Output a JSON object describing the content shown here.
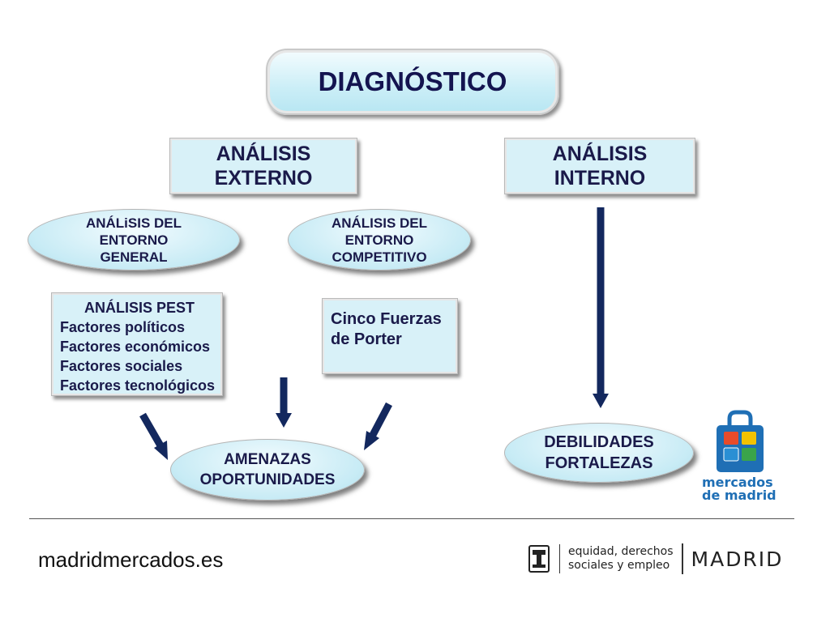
{
  "diagram": {
    "title": "DIAGNÓSTICO",
    "externo": [
      "ANÁLISIS",
      "EXTERNO"
    ],
    "interno": [
      "ANÁLISIS",
      "INTERNO"
    ],
    "entorno_general": [
      "ANÁLiSIS  DEL",
      "ENTORNO",
      "GENERAL"
    ],
    "entorno_competitivo": [
      "ANÁLISIS DEL",
      "ENTORNO",
      "COMPETITIVO"
    ],
    "pest": {
      "heading": "ANÁLISIS PEST",
      "items": [
        "Factores  políticos",
        "Factores económicos",
        "Factores sociales",
        "Factores tecnológicos"
      ]
    },
    "porter": [
      "Cinco Fuerzas",
      "de Porter"
    ],
    "amenazas": [
      "AMENAZAS",
      "OPORTUNIDADES"
    ],
    "debilidades": [
      "DEBILIDADES",
      "FORTALEZAS"
    ]
  },
  "logo_mercados": {
    "line1": "mercados",
    "line2": "de madrid",
    "tile_colors": [
      "#e74b2a",
      "#f2c200",
      "#2a8fd4",
      "#3aa44a"
    ],
    "bag_color": "#1f6fb5"
  },
  "footer": {
    "website": "madridmercados.es",
    "dept_line1": "equidad, derechos",
    "dept_line2": "sociales y empleo",
    "city": "MADRID"
  },
  "colors": {
    "arrow": "#13285e",
    "text": "#1a1a4a"
  }
}
